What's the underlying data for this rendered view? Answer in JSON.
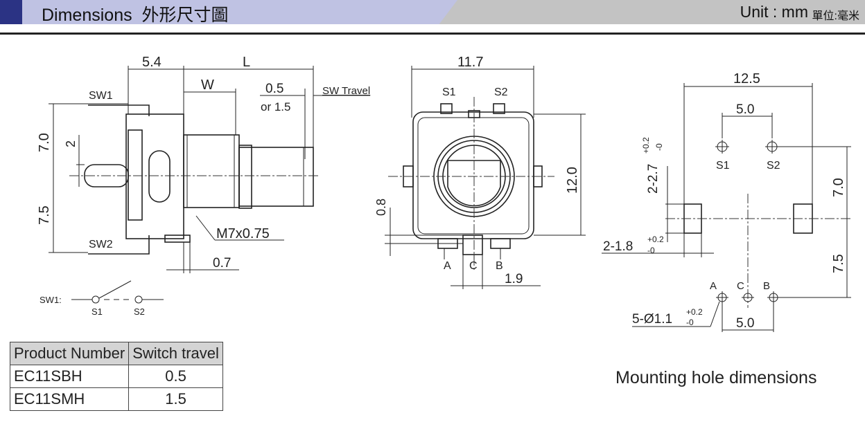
{
  "header": {
    "title": "Dimensions  外形尺寸圖",
    "unit": "Unit : mm",
    "unit_cn": "單位:毫米"
  },
  "side_view": {
    "dim_5_4": "5.4",
    "dim_L": "L",
    "dim_W": "W",
    "dim_travel_1": "0.5",
    "dim_travel_2": "or 1.5",
    "sw_travel": "SW Travel",
    "sw1": "SW1",
    "sw2": "SW2",
    "dim_7_0": "7.0",
    "dim_2": "2",
    "dim_7_5": "7.5",
    "thread": "M7x0.75",
    "dim_0_7": "0.7"
  },
  "switch_schematic": {
    "label": "SW1:",
    "s1": "S1",
    "s2": "S2"
  },
  "front_view": {
    "dim_11_7": "11.7",
    "s1": "S1",
    "s2": "S2",
    "dim_12_0": "12.0",
    "dim_0_8": "0.8",
    "pin_a": "A",
    "pin_c": "C",
    "pin_b": "B",
    "dim_1_9": "1.9"
  },
  "mounting": {
    "dim_12_5": "12.5",
    "dim_5_0_top": "5.0",
    "s1": "S1",
    "s2": "S2",
    "hole_2_2_7": "2-2.7",
    "tol_plus": "+0.2",
    "tol_minus": "-0",
    "dim_7_0": "7.0",
    "dim_7_5": "7.5",
    "slot_2_1_8": "2-1.8",
    "pin_a": "A",
    "pin_c": "C",
    "pin_b": "B",
    "hole_5_1_1": "5-Ø1.1",
    "dim_5_0_bottom": "5.0",
    "caption": "Mounting hole dimensions"
  },
  "table": {
    "headers": [
      "Product Number",
      "Switch travel"
    ],
    "rows": [
      [
        "EC11SBH",
        "0.5"
      ],
      [
        "EC11SMH",
        "1.5"
      ]
    ]
  }
}
